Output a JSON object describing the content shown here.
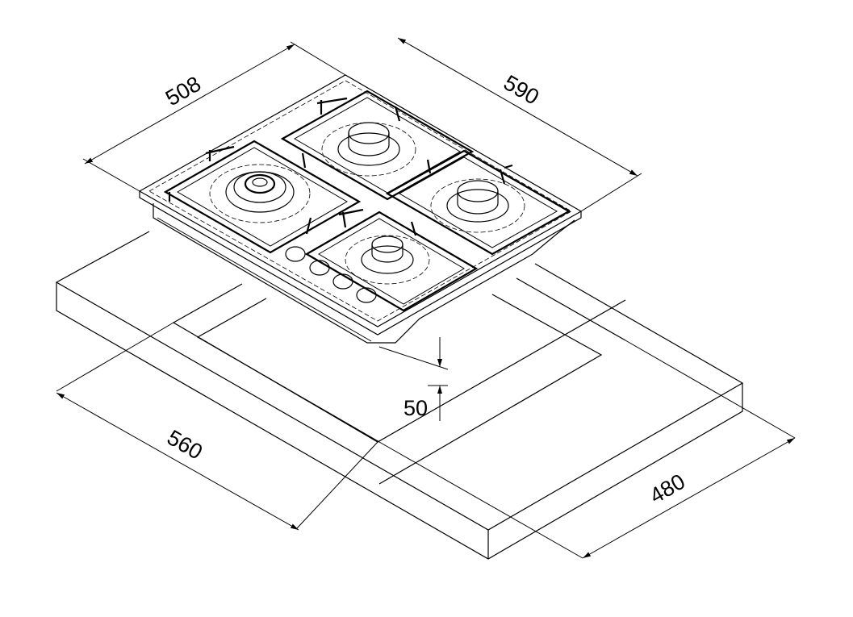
{
  "diagram": {
    "subject": "gas-hob-installation",
    "colors": {
      "line": "#000000",
      "background": "#ffffff"
    },
    "dimensions": {
      "hob_depth": "508",
      "hob_width": "590",
      "cutout_width": "560",
      "cutout_depth": "480",
      "min_height": "50"
    }
  }
}
